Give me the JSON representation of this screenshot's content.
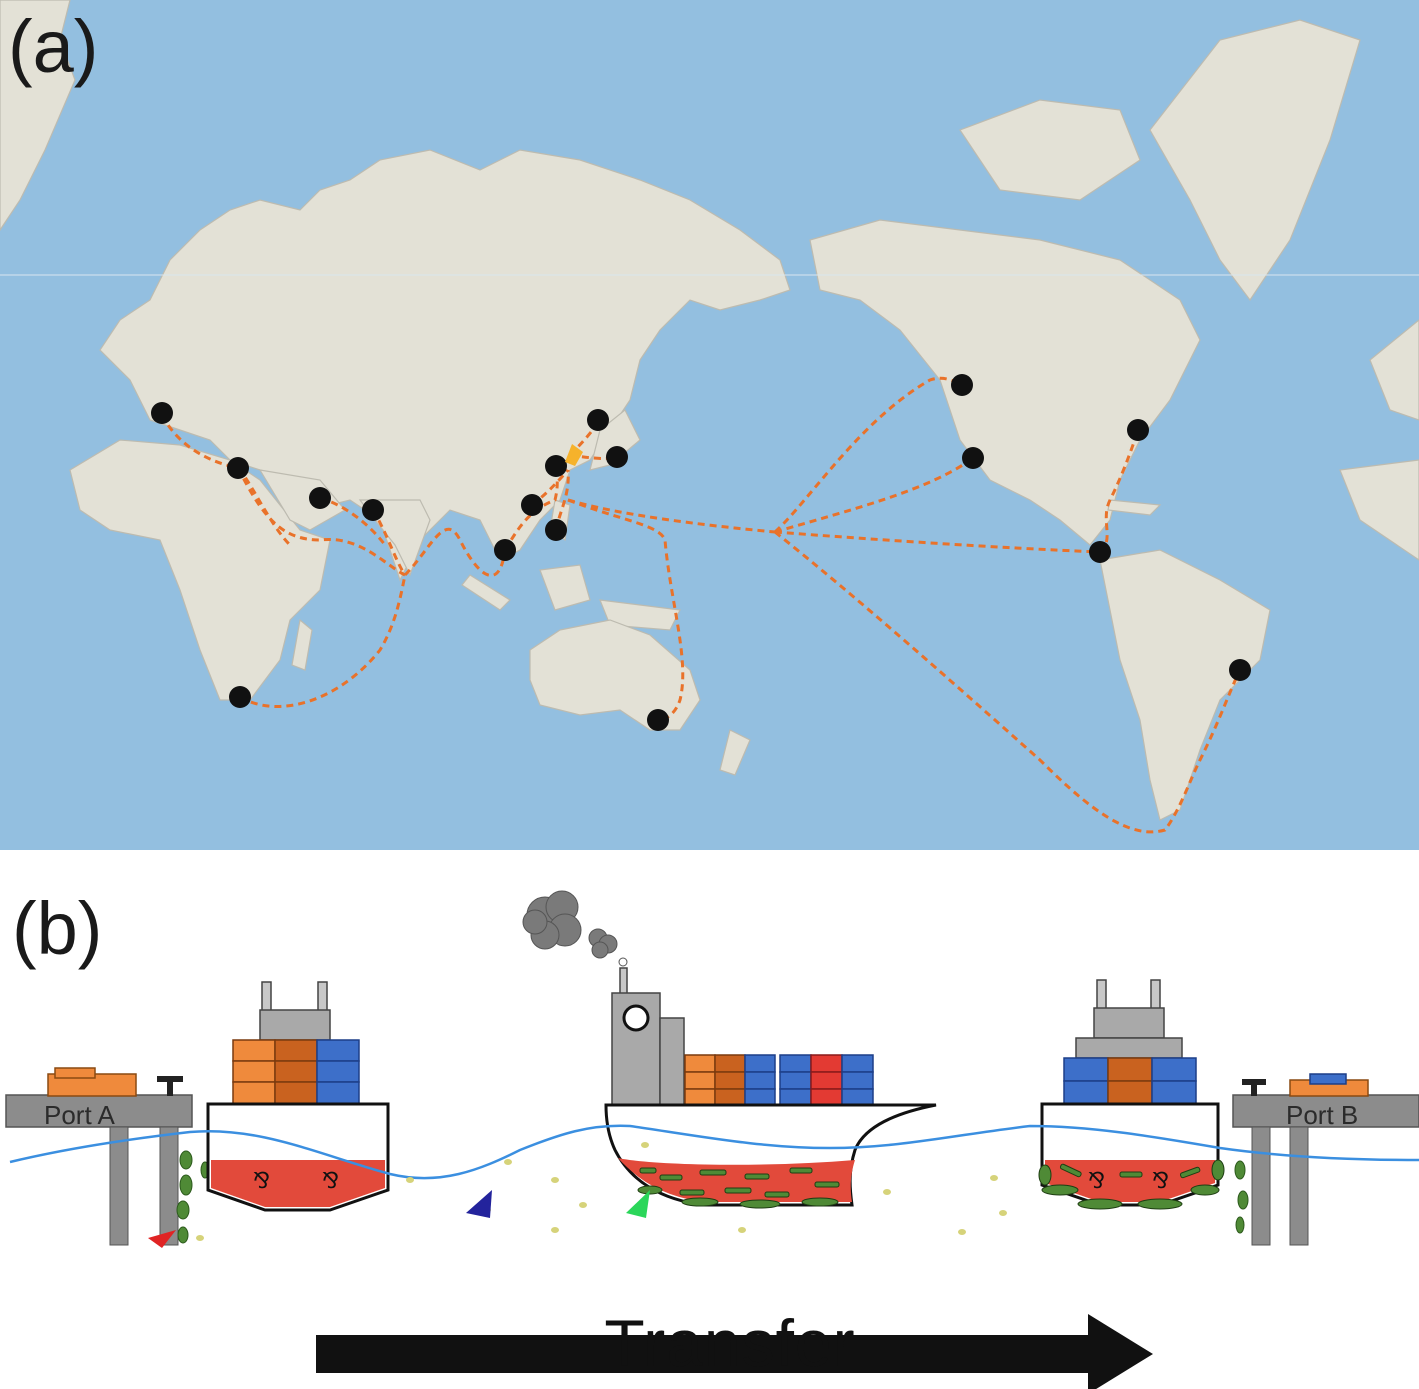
{
  "panel_a": {
    "label": "(a)",
    "colors": {
      "ocean": "#93bfe0",
      "land": "#e3e1d6",
      "border": "#bdbbb0",
      "route": "#e9722a",
      "port": "#111111",
      "origin": "#f6b22b"
    }
  },
  "panel_b": {
    "label": "(b)",
    "port_a": "Port A",
    "port_b": "Port B",
    "transfer": "Transfer",
    "colors": {
      "water_line": "#3b8fe0",
      "ballast": "#e24a3b",
      "container_orange": "#ef8a3c",
      "container_brown": "#c9621f",
      "container_blue": "#3d6fc9",
      "container_red": "#e33a33",
      "superstructure": "#a9a9a9",
      "fouling": "#5d9e3c",
      "arrow": "#111111"
    },
    "markers": [
      {
        "name": "red-marker",
        "color": "#e02424"
      },
      {
        "name": "blue-marker",
        "color": "#23239c"
      },
      {
        "name": "green-marker",
        "color": "#2bd65a"
      }
    ]
  }
}
